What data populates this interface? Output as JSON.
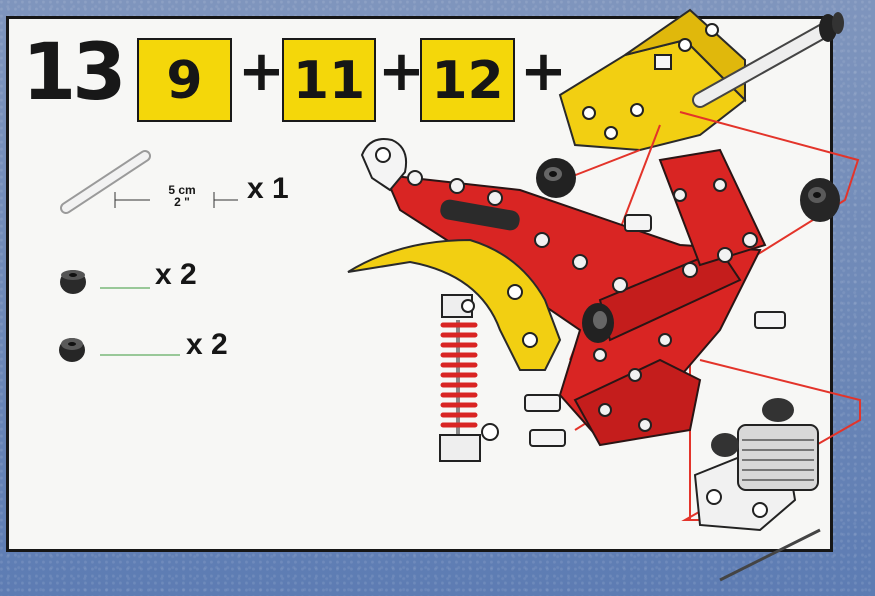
{
  "step": {
    "number": "13",
    "refs": [
      "9",
      "11",
      "12"
    ],
    "plus": "+"
  },
  "parts": {
    "rod": {
      "measure_top": "5 cm",
      "measure_bottom": "2 \"",
      "qty": "x 1"
    },
    "washer": {
      "qty": "x 2"
    },
    "spacer": {
      "qty": "x 2"
    }
  },
  "colors": {
    "panel_bg": "#f7f7f5",
    "ref_box": "#f4d70a",
    "red_part": "#d92523",
    "yellow_part": "#f2cf12",
    "guide_line": "#e3342a"
  }
}
